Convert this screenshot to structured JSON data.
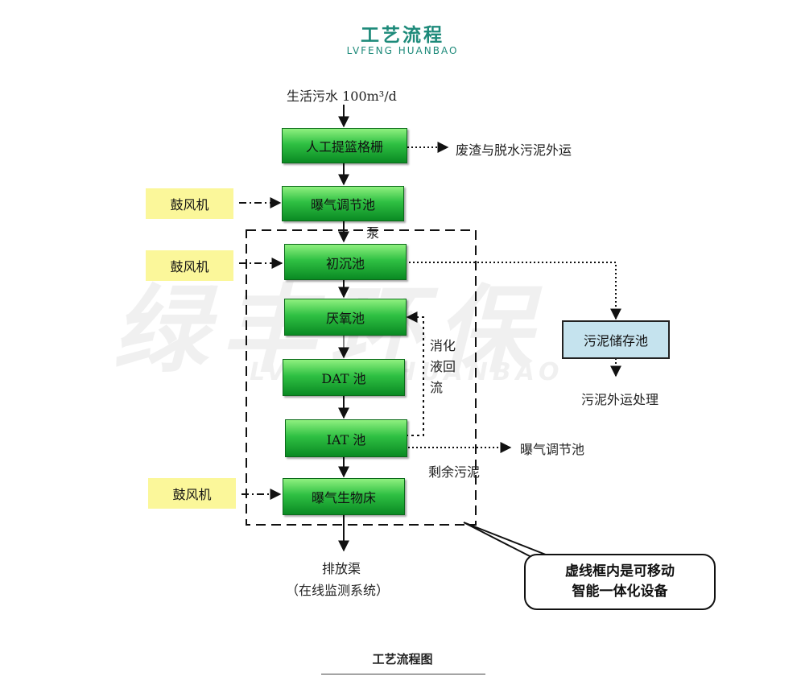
{
  "header": {
    "title": "工艺流程",
    "subtitle": "LVFENG HUANBAO"
  },
  "diagram": {
    "inflow": "生活污水 100m³/d",
    "process": [
      "人工提篮格栅",
      "曝气调节池",
      "初沉池",
      "厌氧池",
      "DAT 池",
      "IAT 池",
      "曝气生物床"
    ],
    "blowers": [
      "鼓风机",
      "鼓风机",
      "鼓风机"
    ],
    "screen_waste": "废渣与脱水污泥外运",
    "pump": "泵",
    "nitrification_reflux": [
      "消化",
      "液回",
      "流"
    ],
    "excess_sludge": "剩余污泥",
    "iat_out": "曝气调节池",
    "sludge_tank": "污泥储存池",
    "sludge_disposal": "污泥外运处理",
    "discharge": "排放渠",
    "monitoring": "（在线监测系统）",
    "callout": [
      "虚线框内是可移动",
      "智能一体化设备"
    ],
    "watermark": {
      "cn": "绿丰环保",
      "en": "LVFENG HUANBAO"
    }
  },
  "caption": "工艺流程图"
}
